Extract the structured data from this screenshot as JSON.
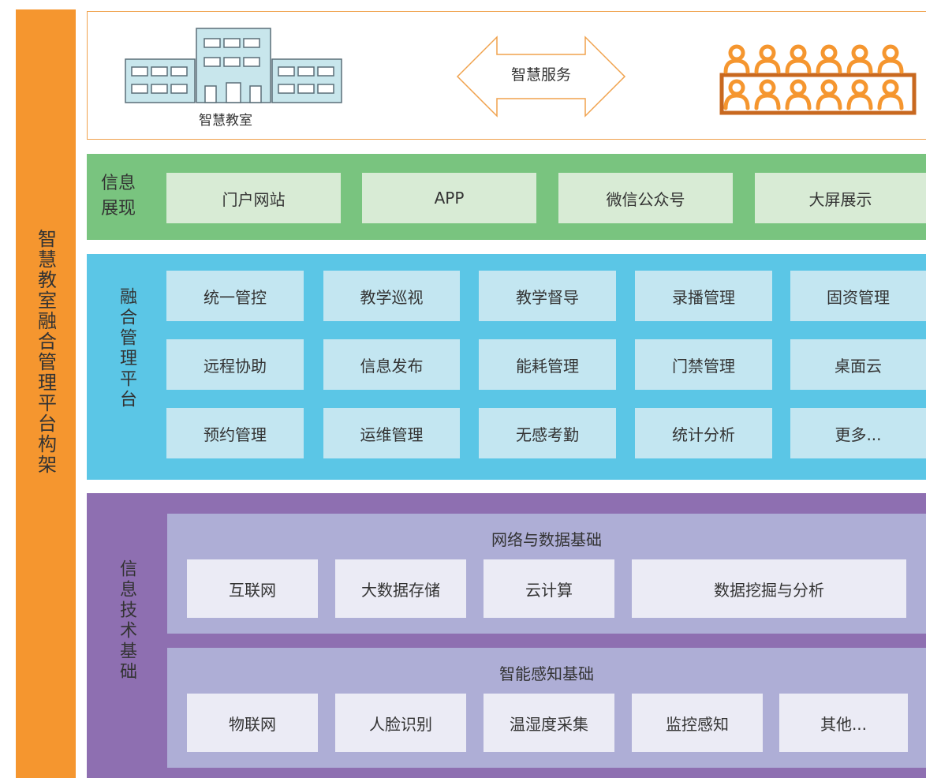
{
  "side_title": "智慧教室融合管理平台构架",
  "top": {
    "classroom_label": "智慧教室",
    "service_label": "智慧服务"
  },
  "info_display": {
    "label_line1": "信息",
    "label_line2": "展现",
    "items": [
      "门户网站",
      "APP",
      "微信公众号",
      "大屏展示"
    ]
  },
  "platform": {
    "label": "融合管理平台",
    "items": [
      "统一管控",
      "教学巡视",
      "教学督导",
      "录播管理",
      "固资管理",
      "远程协助",
      "信息发布",
      "能耗管理",
      "门禁管理",
      "桌面云",
      "预约管理",
      "运维管理",
      "无感考勤",
      "统计分析",
      "更多..."
    ]
  },
  "tech": {
    "label": "信息技术基础",
    "network": {
      "title": "网络与数据基础",
      "items": [
        "互联网",
        "大数据存储",
        "云计算",
        "数据挖掘与分析"
      ]
    },
    "sensing": {
      "title": "智能感知基础",
      "items": [
        "物联网",
        "人脸识别",
        "温湿度采集",
        "监控感知",
        "其他..."
      ]
    }
  },
  "colors": {
    "side": "#f5962f",
    "green": "#79c47f",
    "blue": "#5bc6e6",
    "purple": "#8e6fb1",
    "people": "#f5962f",
    "people_frame": "#c8681f",
    "building": "#c8e6ec"
  }
}
